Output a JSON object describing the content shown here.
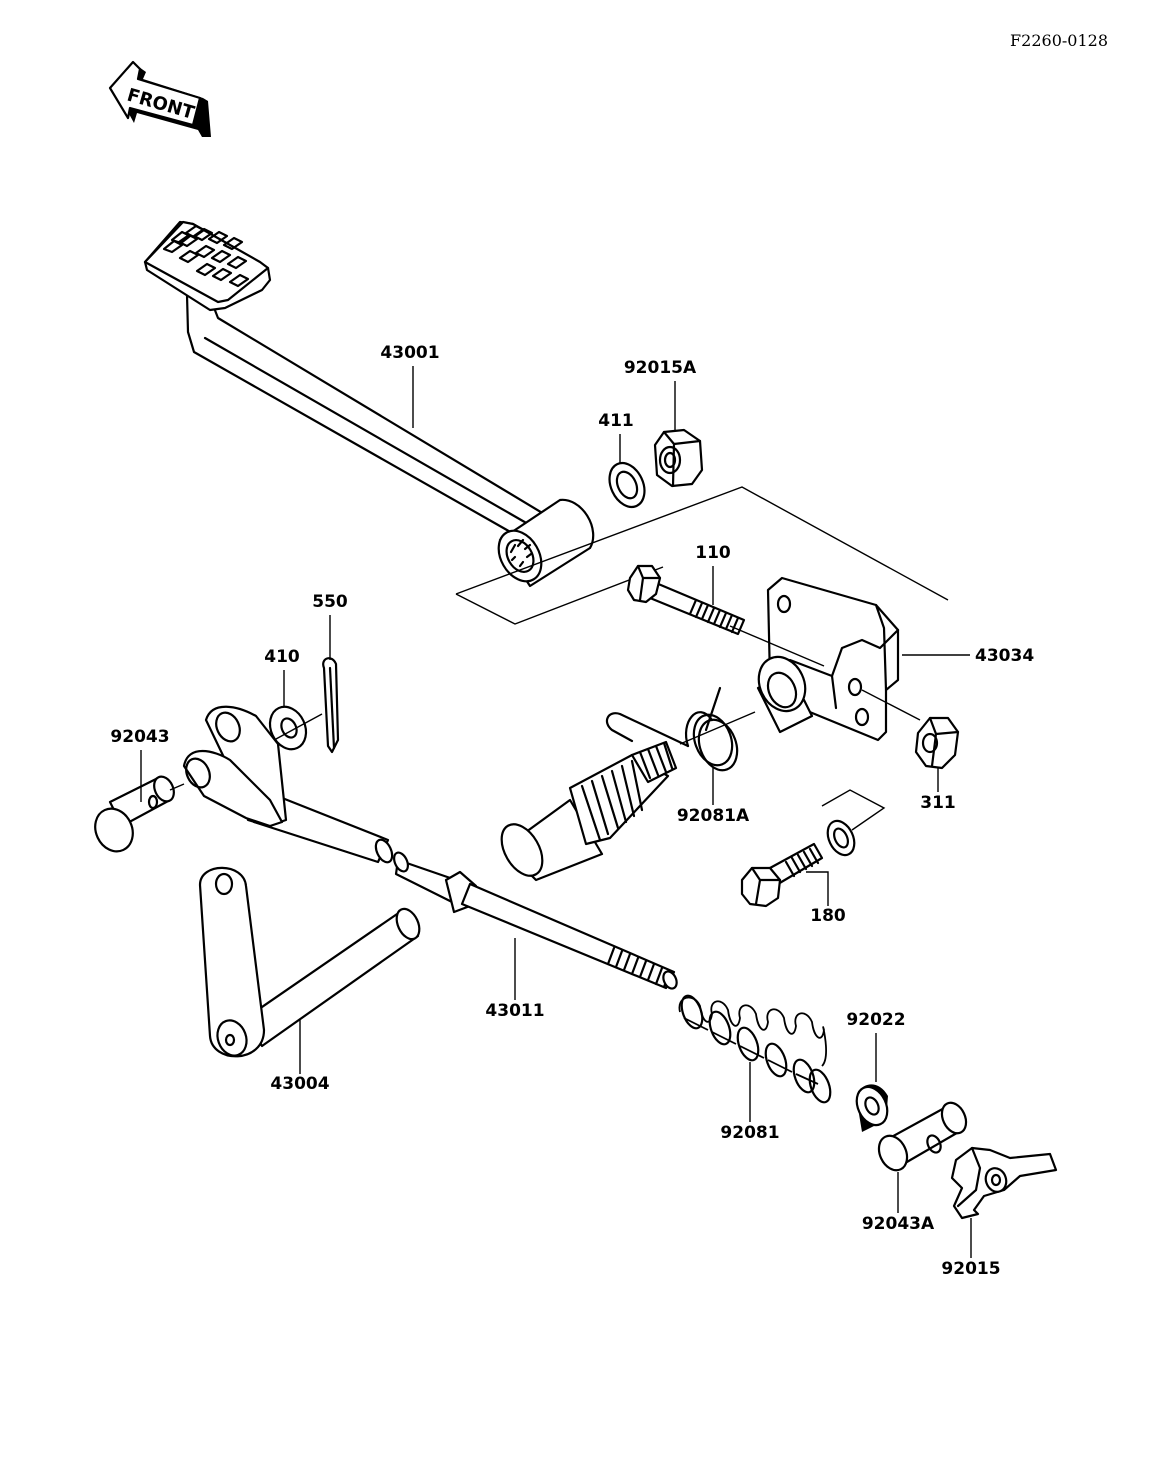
{
  "document_id": "F2260-0128",
  "front_arrow_label": "FRONT",
  "colors": {
    "line": "#000000",
    "background": "#ffffff"
  },
  "parts": [
    {
      "id": "43001"
    },
    {
      "id": "92015A"
    },
    {
      "id": "411"
    },
    {
      "id": "110"
    },
    {
      "id": "43034"
    },
    {
      "id": "550"
    },
    {
      "id": "410"
    },
    {
      "id": "92043"
    },
    {
      "id": "92081A"
    },
    {
      "id": "311"
    },
    {
      "id": "180"
    },
    {
      "id": "43011"
    },
    {
      "id": "43004"
    },
    {
      "id": "92022"
    },
    {
      "id": "92081"
    },
    {
      "id": "92043A"
    },
    {
      "id": "92015"
    }
  ]
}
